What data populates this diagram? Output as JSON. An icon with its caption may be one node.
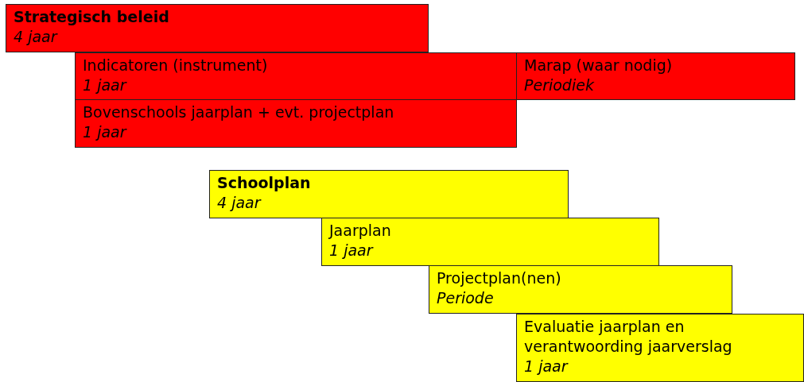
{
  "diagram": {
    "nodes": [
      {
        "text": [
          "Strategisch beleid",
          "4 jaar"
        ]
      },
      {
        "text": [
          "Indicatoren (instrument)",
          "1 jaar"
        ]
      },
      {
        "text": [
          "Marap (waar nodig)",
          "Periodiek"
        ]
      },
      {
        "text": [
          "Bovenschools jaarplan + evt. projectplan",
          "1 jaar"
        ]
      },
      {
        "text": [
          "Schoolplan",
          "4 jaar"
        ]
      },
      {
        "text": [
          "Jaarplan",
          "1 jaar"
        ]
      },
      {
        "text": [
          "Projectplan(nen)",
          "Periode"
        ]
      },
      {
        "text": [
          "Evaluatie jaarplan en verantwoording jaarverslag",
          "1 jaar"
        ]
      }
    ]
  }
}
